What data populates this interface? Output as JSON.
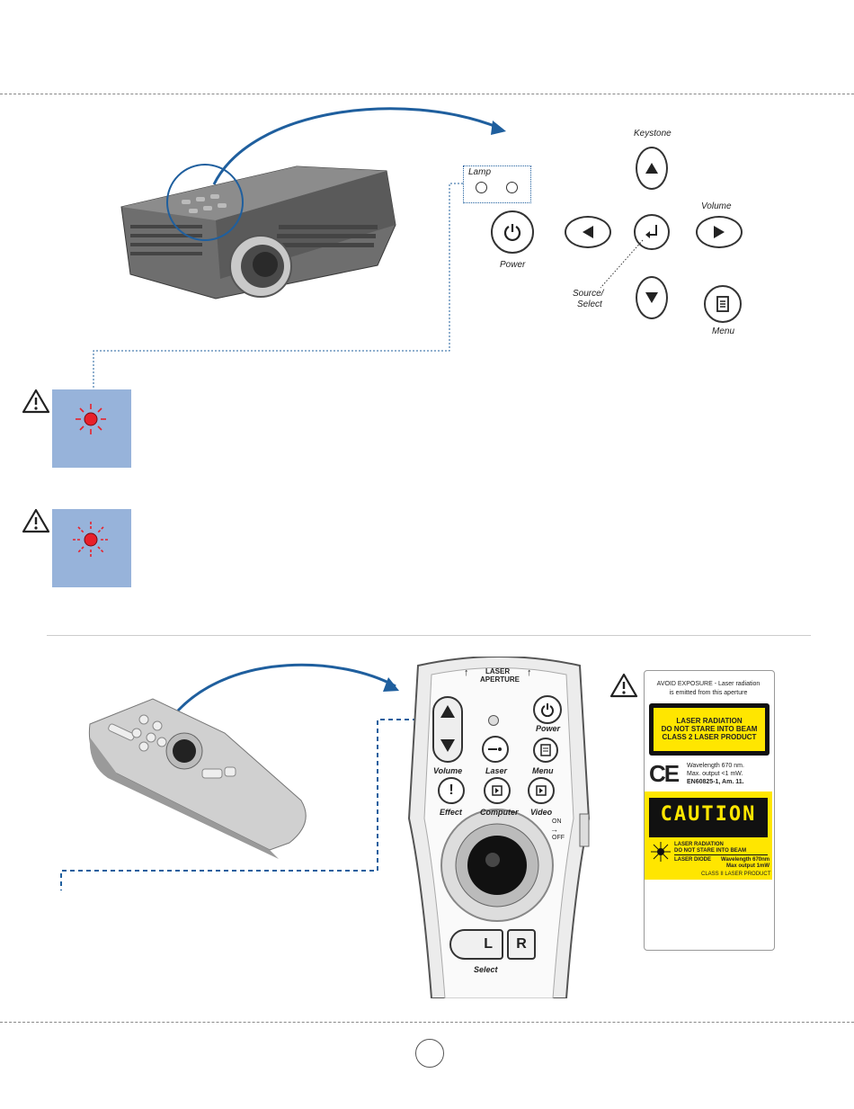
{
  "projector_panel": {
    "lamp_label": "Lamp",
    "power_label": "Power",
    "keystone_label": "Keystone",
    "volume_label": "Volume",
    "source_select_label_line1": "Source/",
    "source_select_label_line2": "Select",
    "menu_label": "Menu"
  },
  "remote": {
    "laser_aperture_line1": "LASER",
    "laser_aperture_line2": "APERTURE",
    "power_label": "Power",
    "volume_label": "Volume",
    "laser_label": "Laser",
    "menu_label": "Menu",
    "effect_label": "Effect",
    "computer_label": "Computer",
    "video_label": "Video",
    "on_label": "ON",
    "off_label": "OFF",
    "l_button": "L",
    "r_button": "R",
    "select_label": "Select"
  },
  "laser_label": {
    "avoid_line1": "AVOID EXPOSURE - Laser radiation",
    "avoid_line2": "is emitted from this aperture",
    "radiation_line1": "LASER RADIATION",
    "radiation_line2": "DO NOT STARE INTO BEAM",
    "radiation_line3": "CLASS 2 LASER PRODUCT",
    "ce_mark": "CE",
    "spec_line1": "Wavelength 670 nm.",
    "spec_line2": "Max. output <1 mW.",
    "spec_line3": "EN60825-1, Am. 11.",
    "caution_title": "CAUTION",
    "caution_line1": "LASER RADIATION",
    "caution_line2": "DO NOT STARE INTO BEAM",
    "caution_diode": "LASER DIODE",
    "caution_wavelength": "Wavelength 670nm",
    "caution_output": "Max output 1mW",
    "caution_class": "CLASS II LASER PRODUCT"
  },
  "colors": {
    "arrow_blue": "#1f5f9e",
    "warn_box": "#97b3da",
    "led_red": "#e8202a",
    "caution_yellow": "#ffe600"
  }
}
